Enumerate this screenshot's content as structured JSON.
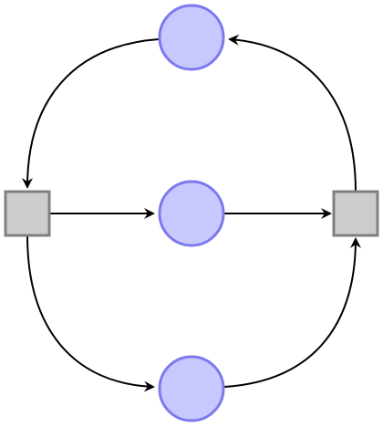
{
  "diagram": {
    "type": "petri-net",
    "colors": {
      "place_fill": "#c8c8ff",
      "place_stroke": "#7a7aee",
      "transition_fill": "#cccccc",
      "transition_stroke": "#808080",
      "arc_stroke": "#000000",
      "background": "#ffffff"
    },
    "places": [
      {
        "id": "place-top"
      },
      {
        "id": "place-middle"
      },
      {
        "id": "place-bottom"
      }
    ],
    "transitions": [
      {
        "id": "transition-left"
      },
      {
        "id": "transition-right"
      }
    ],
    "arcs": [
      {
        "from": "place-top",
        "to": "transition-left"
      },
      {
        "from": "transition-left",
        "to": "place-middle"
      },
      {
        "from": "transition-left",
        "to": "place-bottom"
      },
      {
        "from": "place-middle",
        "to": "transition-right"
      },
      {
        "from": "place-bottom",
        "to": "transition-right"
      },
      {
        "from": "transition-right",
        "to": "place-top"
      }
    ]
  }
}
